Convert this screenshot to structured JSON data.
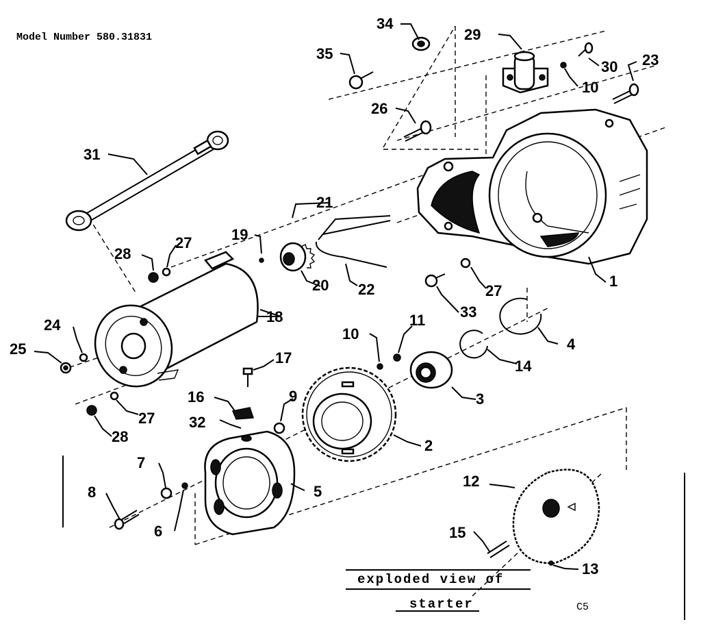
{
  "header": {
    "model_label": "Model Number 580.31831"
  },
  "caption": {
    "line1": "exploded view of",
    "line2": "starter"
  },
  "page_code": "C5",
  "parts": {
    "p1": "1",
    "p2": "2",
    "p3": "3",
    "p4": "4",
    "p5": "5",
    "p6": "6",
    "p7": "7",
    "p8": "8",
    "p9": "9",
    "p10a": "10",
    "p10b": "10",
    "p11": "11",
    "p12": "12",
    "p13": "13",
    "p14": "14",
    "p15": "15",
    "p16": "16",
    "p17": "17",
    "p18": "18",
    "p19": "19",
    "p20": "20",
    "p21": "21",
    "p22": "22",
    "p23": "23",
    "p24": "24",
    "p25": "25",
    "p26": "26",
    "p27a": "27",
    "p27b": "27",
    "p27c": "27",
    "p28a": "28",
    "p28b": "28",
    "p29": "29",
    "p30": "30",
    "p31": "31",
    "p32": "32",
    "p33": "33",
    "p34": "34",
    "p35": "35"
  }
}
